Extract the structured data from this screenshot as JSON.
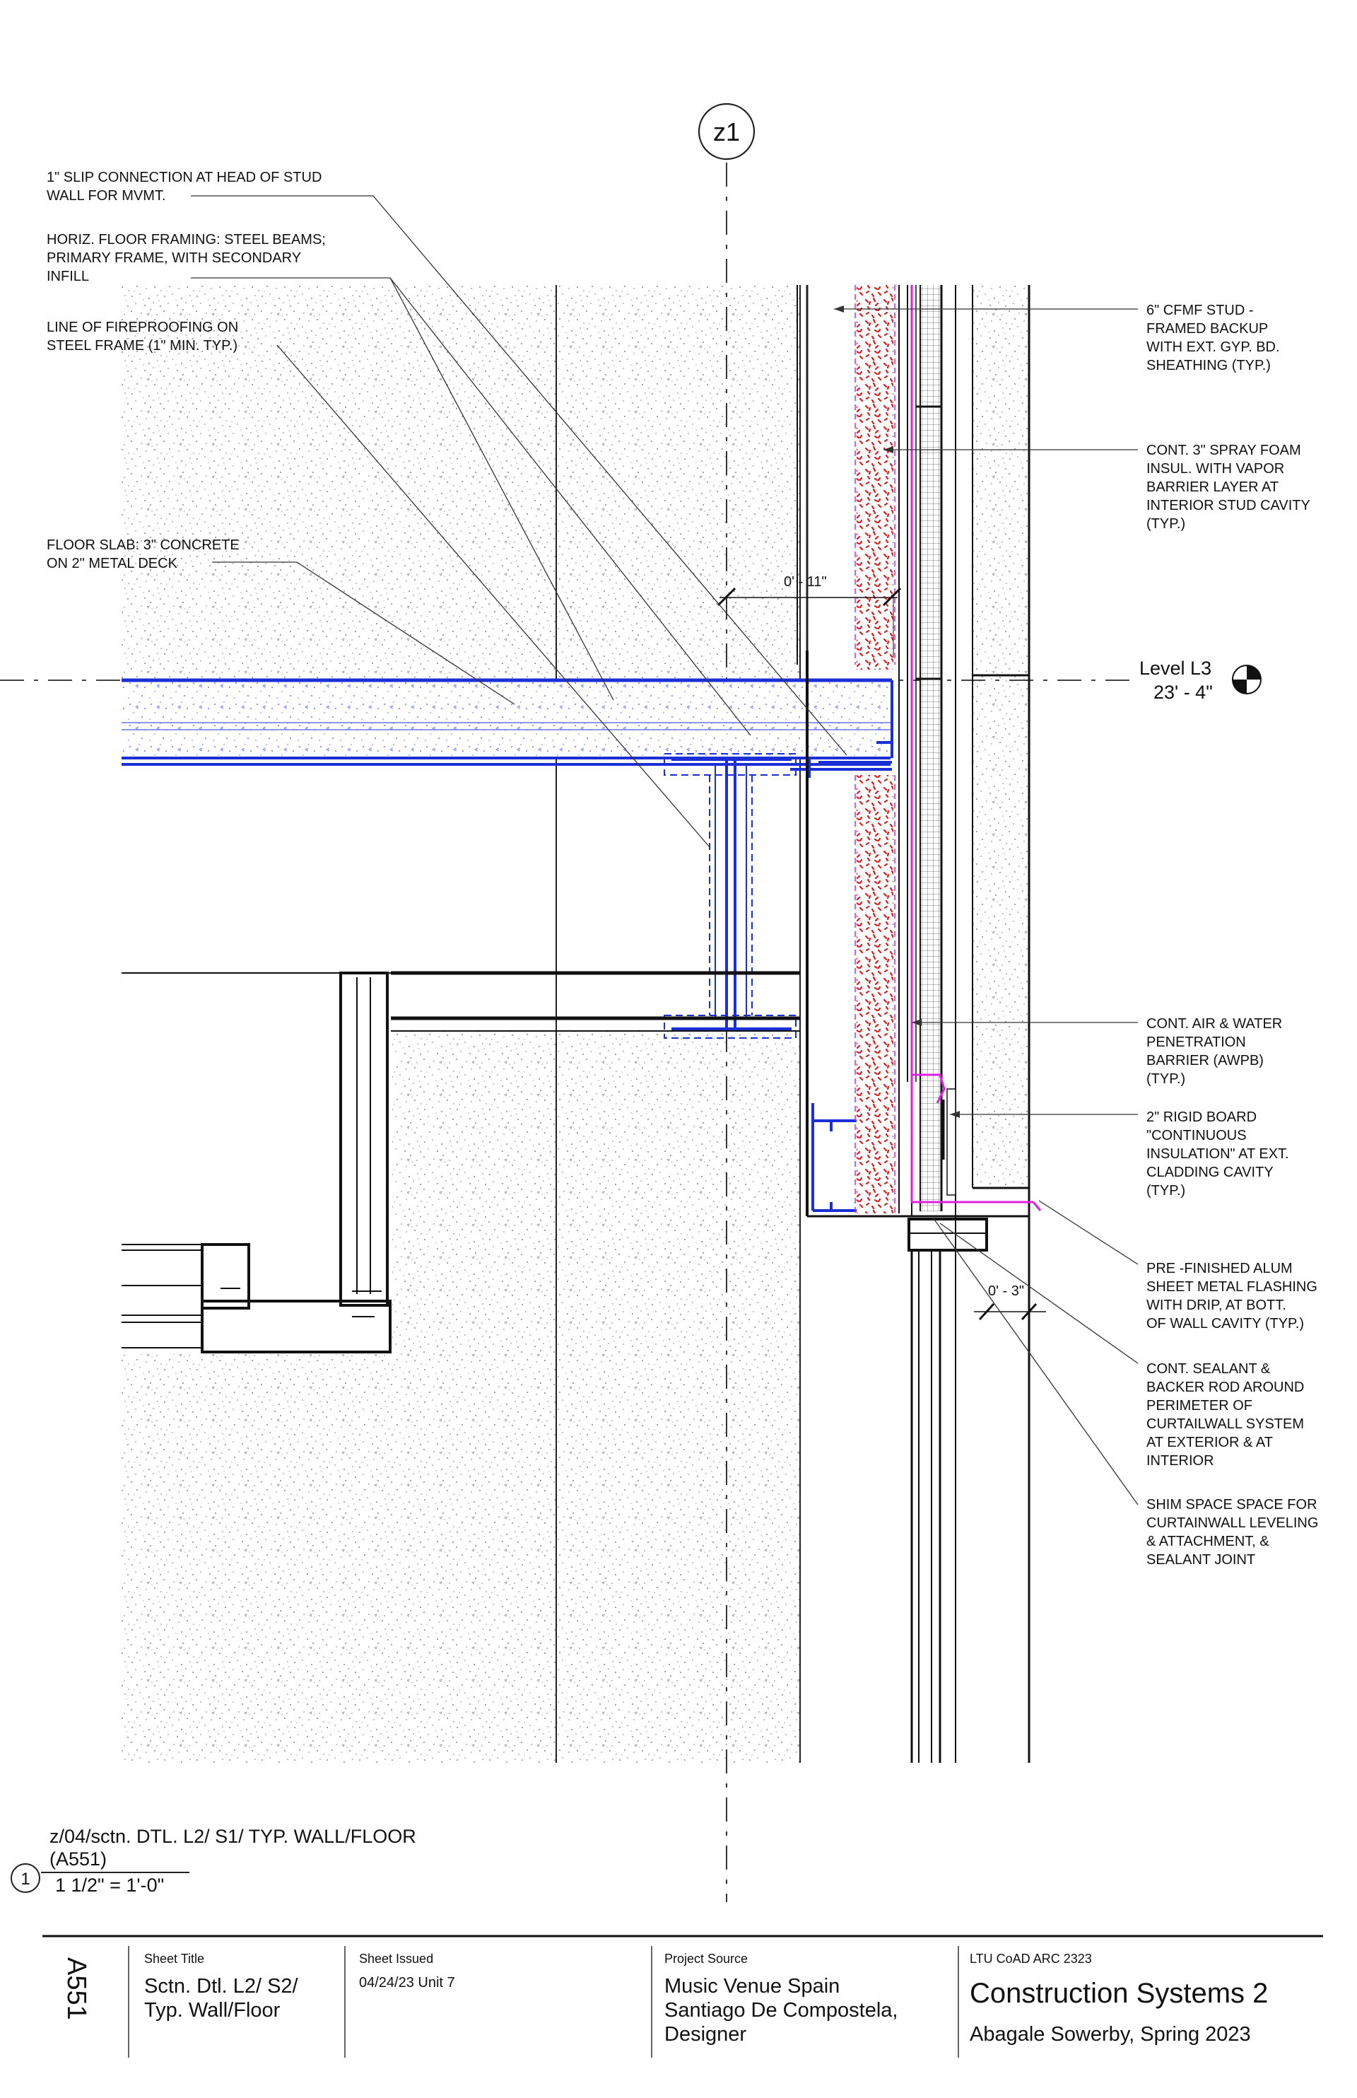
{
  "grid": {
    "label": "z1"
  },
  "level": {
    "name": "Level L3",
    "elevation": "23' - 4\""
  },
  "dimensions": {
    "top": "0' - 11\"",
    "bottom": "0' - 3\""
  },
  "notes_left": [
    [
      "1\" SLIP CONNECTION AT HEAD OF STUD",
      "WALL FOR MVMT."
    ],
    [
      "HORIZ. FLOOR FRAMING: STEEL BEAMS;",
      "PRIMARY FRAME, WITH SECONDARY",
      "INFILL"
    ],
    [
      "LINE OF FIREPROOFING ON",
      "STEEL FRAME (1\" MIN. TYP.)"
    ],
    [
      "FLOOR SLAB: 3\" CONCRETE",
      "ON 2\" METAL DECK"
    ]
  ],
  "notes_right": [
    [
      "6\" CFMF STUD    -",
      "FRAMED BACKUP",
      "WITH EXT. GYP. BD.",
      "SHEATHING (TYP.)"
    ],
    [
      "CONT. 3\" SPRAY FOAM",
      "INSUL. WITH VAPOR",
      "BARRIER LAYER AT",
      "INTERIOR STUD CAVITY",
      "(TYP.)"
    ],
    [
      "CONT. AIR & WATER",
      "PENETRATION",
      "BARRIER (AWPB)",
      "(TYP.)"
    ],
    [
      "2\" RIGID BOARD",
      "\"CONTINUOUS",
      "INSULATION\" AT EXT.",
      "CLADDING CAVITY",
      "(TYP.)"
    ],
    [
      "PRE   -FINISHED ALUM",
      "SHEET METAL FLASHING",
      "WITH DRIP, AT BOTT.",
      "OF WALL CAVITY (TYP.)"
    ],
    [
      "CONT. SEALANT &",
      "BACKER ROD AROUND",
      "PERIMETER OF",
      "CURTAILWALL SYSTEM",
      "AT EXTERIOR & AT",
      "INTERIOR"
    ],
    [
      "SHIM SPACE SPACE FOR",
      "CURTAINWALL LEVELING",
      "& ATTACHMENT, &",
      "SEALANT JOINT"
    ]
  ],
  "view": {
    "number": "1",
    "title_line1": "z/04/sctn. DTL. L2/ S1/ TYP. WALL/FLOOR",
    "title_line2": "(A551)",
    "scale": "1 1/2\" = 1'-0\""
  },
  "title_block": {
    "sheet_number": "A551",
    "sheet_title_label": "Sheet Title",
    "sheet_title": [
      "Sctn. Dtl. L2/ S2/",
      "Typ. Wall/Floor"
    ],
    "sheet_issued_label": "Sheet Issued",
    "sheet_issued": "04/24/23 Unit 7",
    "project_source_label": "Project Source",
    "project_source": [
      "Music Venue Spain",
      "Santiago De Compostela,",
      "Designer"
    ],
    "course": "LTU CoAD ARC 2323",
    "course_title": "Construction Systems 2",
    "author": "Abagale Sowerby, Spring 2023"
  },
  "colors": {
    "structure": "#1a2fd6",
    "insulation": "#e01818",
    "awpb": "#e020e0",
    "linework": "#111111",
    "stipple": "#9a9a9a"
  }
}
